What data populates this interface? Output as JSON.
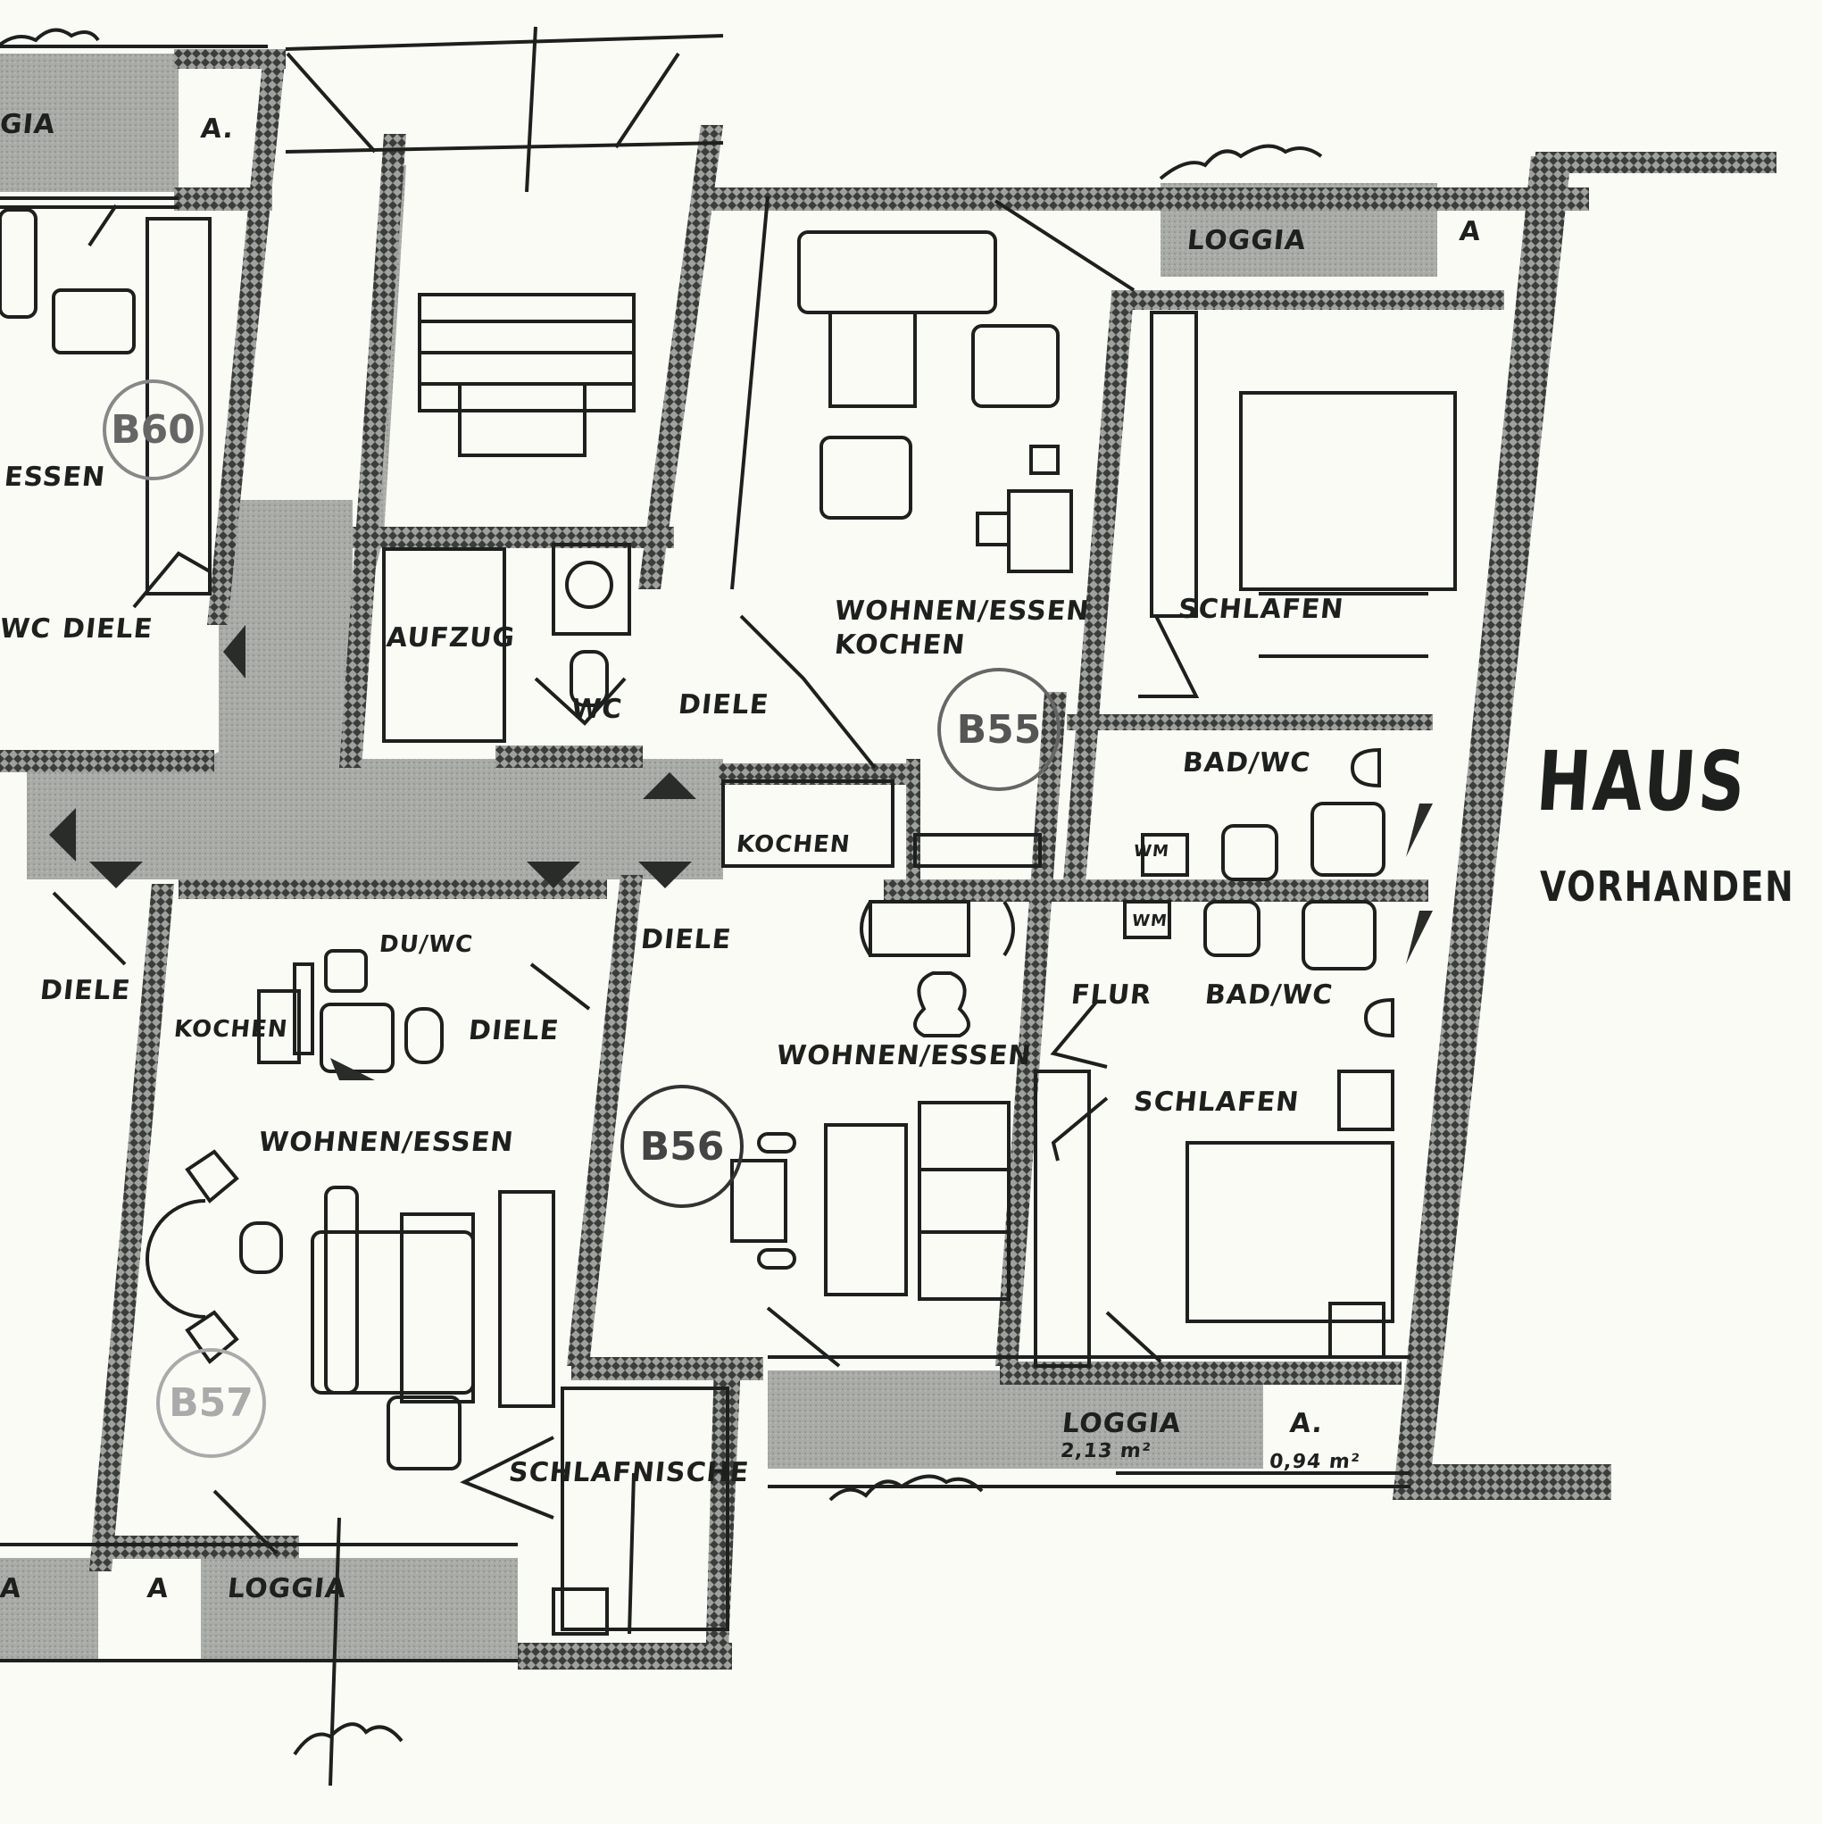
{
  "drawing": {
    "type": "architectural floor plan (scanned, grayscale)",
    "colors": {
      "paper": "#fbfbf6",
      "ink": "#1d201d",
      "wall_fill": "#3a3d3a",
      "hatch_gray": "#9a9c98",
      "corridor_gray": "#a7a9a5"
    }
  },
  "building_label": {
    "title": "HAUS",
    "subtitle": "VORHANDEN"
  },
  "units": [
    {
      "id": "B60",
      "label": "B60",
      "rooms": [
        "ESSEN",
        "DIELE",
        "WC",
        "LOGGIA",
        "A."
      ]
    },
    {
      "id": "B55",
      "label": "B55",
      "rooms": [
        "WOHNEN/ESSEN",
        "KOCHEN",
        "SCHLAFEN",
        "BAD/WC",
        "DIELE",
        "WC",
        "KOCHEN",
        "LOGGIA",
        "A"
      ]
    },
    {
      "id": "B56",
      "label": "B56",
      "rooms": [
        "DIELE",
        "WOHNEN/ESSEN",
        "FLUR",
        "BAD/WC",
        "SCHLAFEN",
        "LOGGIA",
        "A."
      ]
    },
    {
      "id": "B57",
      "label": "B57",
      "rooms": [
        "KOCHEN",
        "DU/WC",
        "DIELE",
        "WOHNEN/ESSEN",
        "SCHLAFNISCHE",
        "LOGGIA",
        "A"
      ]
    }
  ],
  "labels": {
    "loggia_top_left": "GIA",
    "a_top_left": "A.",
    "essen_b60": "ESSEN",
    "wc_b60": "WC",
    "diele_b60": "DIELE",
    "aufzug": "AUFZUG",
    "wc_core": "WC",
    "diele_b55": "DIELE",
    "wohnen_essen_b55": "WOHNEN/ESSEN",
    "kochen_b55": "KOCHEN",
    "loggia_b55": "LOGGIA",
    "a_b55": "A",
    "schlafen_b55": "SCHLAFEN",
    "bad_wc_b55": "BAD/WC",
    "kochen_small": "KOCHEN",
    "wm_upper": "WM",
    "wm_lower": "WM",
    "diele_left": "DIELE",
    "kochen_b57": "KOCHEN",
    "du_wc_b57": "DU/WC",
    "diele_b57": "DIELE",
    "wohnen_essen_b57": "WOHNEN/ESSEN",
    "diele_b56": "DIELE",
    "wohnen_essen_b56": "WOHNEN/ESSEN",
    "flur_b56": "FLUR",
    "bad_wc_b56": "BAD/WC",
    "schlafen_b56": "SCHLAFEN",
    "schlafnische": "SCHLAFNISCHE",
    "loggia_b56": "LOGGIA",
    "loggia_b56_area": "2,13 m²",
    "a_b56": "A.",
    "a_b56_area": "0,94 m²",
    "loggia_b57": "LOGGIA",
    "a_b57": "A",
    "loggia_bottom_left": "A"
  },
  "unit_markers": {
    "b60": "B60",
    "b55": "B55",
    "b56": "B56",
    "b57": "B57"
  }
}
